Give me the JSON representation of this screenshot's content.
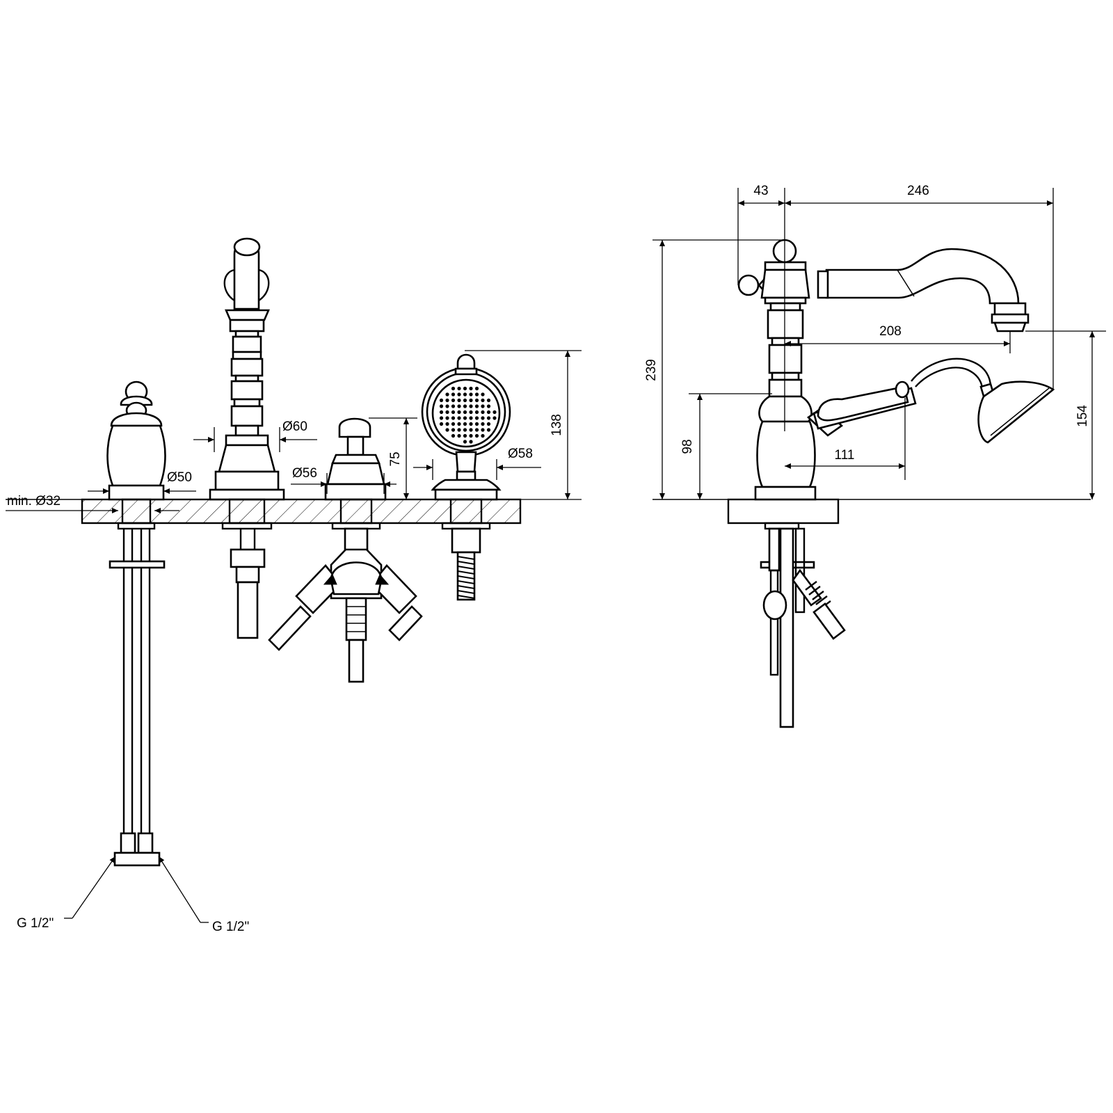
{
  "front_view": {
    "dims": {
      "min_hole": "min. Ø32",
      "d50": "Ø50",
      "d60": "Ø60",
      "d56": "Ø56",
      "d58": "Ø58",
      "h75": "75",
      "h138": "138"
    },
    "connections": {
      "left": "G 1/2\"",
      "right": "G 1/2\""
    }
  },
  "side_view": {
    "dims": {
      "w43": "43",
      "w246": "246",
      "w208": "208",
      "w111": "111",
      "h239": "239",
      "h98": "98",
      "h154": "154"
    }
  }
}
